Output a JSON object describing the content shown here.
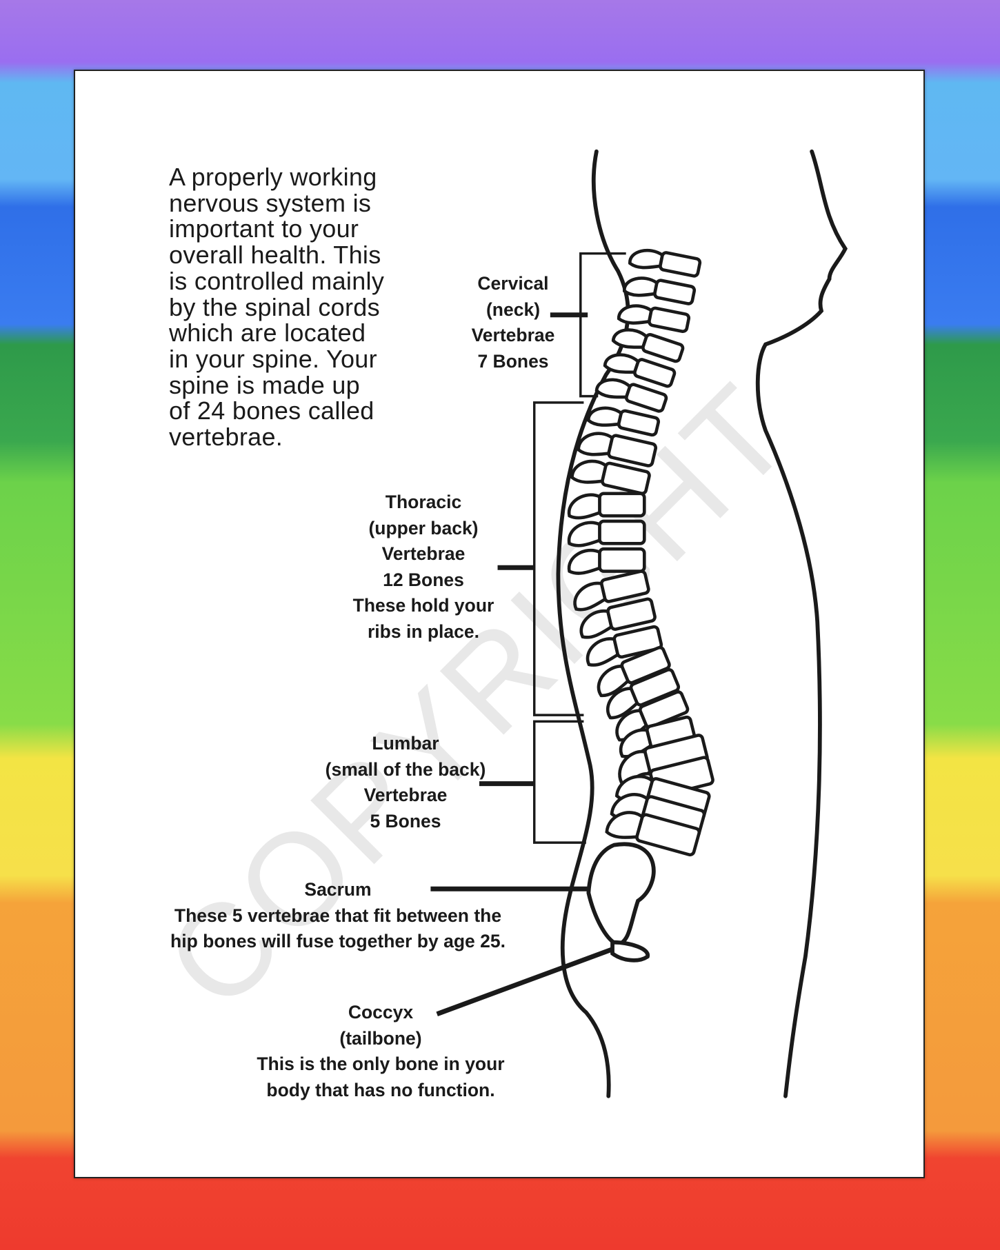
{
  "intro": {
    "lines": [
      "A properly working",
      "nervous system is",
      "important to your",
      "overall health. This",
      "is controlled mainly",
      "by the spinal cords",
      "which are located",
      "in your spine. Your",
      "spine is made up",
      "of 24 bones called",
      "vertebrae."
    ]
  },
  "labels": {
    "cervical": [
      "Cervical",
      "(neck)",
      "Vertebrae",
      "7 Bones"
    ],
    "thoracic": [
      "Thoracic",
      "(upper back)",
      "Vertebrae",
      "12 Bones",
      "These hold your",
      "ribs in place."
    ],
    "lumbar": [
      "Lumbar",
      "(small of the back)",
      "Vertebrae",
      "5 Bones"
    ],
    "sacrum": [
      "Sacrum",
      "These 5 vertebrae that fit between the",
      "hip bones will fuse together by age 25."
    ],
    "coccyx": [
      "Coccyx",
      "(tailbone)",
      "This is the only bone in your",
      "body that has no function."
    ]
  },
  "watermark": "COPYRIGHT"
}
